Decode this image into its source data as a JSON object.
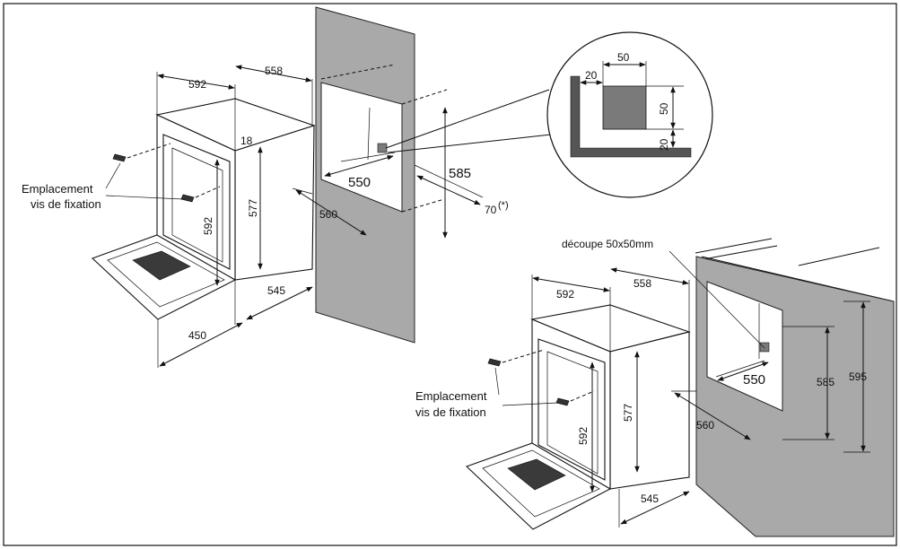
{
  "colors": {
    "wall": "#a9a9a9",
    "line": "#111111",
    "glass": "#3a3a3a",
    "cutout": "#7a7a7a"
  },
  "top_left": {
    "d_592_width": "592",
    "d_558_depth": "558",
    "d_18": "18",
    "d_577": "577",
    "d_592_height": "592",
    "d_545": "545",
    "d_450": "450",
    "screw_label_1": "Emplacement",
    "screw_label_2": "vis de fixation"
  },
  "wall_top": {
    "d_550": "550",
    "d_585": "585",
    "d_560": "560",
    "d_70": "70",
    "d_70_note": "(*)"
  },
  "detail": {
    "d_50_top": "50",
    "d_20_left": "20",
    "d_50_right": "50",
    "d_20_bottom": "20"
  },
  "bottom_right": {
    "cutout_label": "découpe 50x50mm",
    "d_592_width": "592",
    "d_558_depth": "558",
    "d_577": "577",
    "d_592_height": "592",
    "d_545": "545",
    "d_550": "550",
    "d_585": "585",
    "d_595": "595",
    "d_560": "560",
    "screw_label_1": "Emplacement",
    "screw_label_2": "vis de fixation"
  }
}
